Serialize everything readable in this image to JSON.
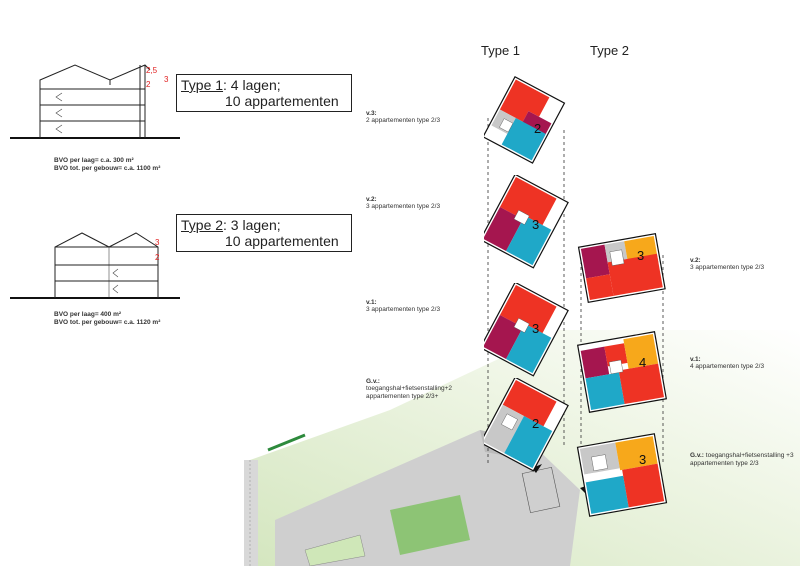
{
  "left_panel": {
    "type1": {
      "label": "Type 1",
      "text_line1": ": 4 lagen;",
      "text_line2": "10 appartementen",
      "bvo_line1": "BVO per laag= c.a. 300 m²",
      "bvo_line2": "BVO tot. per gebouw= c.a. 1100 m²",
      "dim_top": "2,5",
      "dim_a": "2",
      "dim_b": "3"
    },
    "type2": {
      "label": "Type 2",
      "text_line1": ": 3 lagen;",
      "text_line2": "10 appartementen",
      "bvo_line1": "BVO per laag= 400 m²",
      "bvo_line2": "BVO tot. per gebouw= c.a. 1120 m²",
      "dim_a": "3",
      "dim_b": "2"
    }
  },
  "columns": {
    "type1_title": "Type 1",
    "type2_title": "Type 2"
  },
  "type1_levels": [
    {
      "title": "v.3:",
      "desc": "2 appartementen type 2/3",
      "count": "2"
    },
    {
      "title": "v.2:",
      "desc": "3 appartementen type 2/3",
      "count": "3"
    },
    {
      "title": "v.1:",
      "desc": "3 appartementen type 2/3",
      "count": "3"
    },
    {
      "title": "G.v.:",
      "desc": "toegangshal+fietsenstalling+2 appartementen type 2/3+",
      "count": "2"
    }
  ],
  "type2_levels": [
    {
      "title": "v.2:",
      "desc": "3 appartementen type 2/3",
      "count": "3"
    },
    {
      "title": "v.1:",
      "desc": "4 appartementen type 2/3",
      "count": "4"
    },
    {
      "title": "G.v.:",
      "desc": "toegangshal+fietsenstalling +3 appartementen type 2/3",
      "count": "3"
    }
  ],
  "colors": {
    "red": "#ee3324",
    "cyan": "#1fa8c8",
    "magenta": "#a5164f",
    "orange": "#f7a81b",
    "grey": "#c8c8c8",
    "site_green": "#dfeccd"
  }
}
